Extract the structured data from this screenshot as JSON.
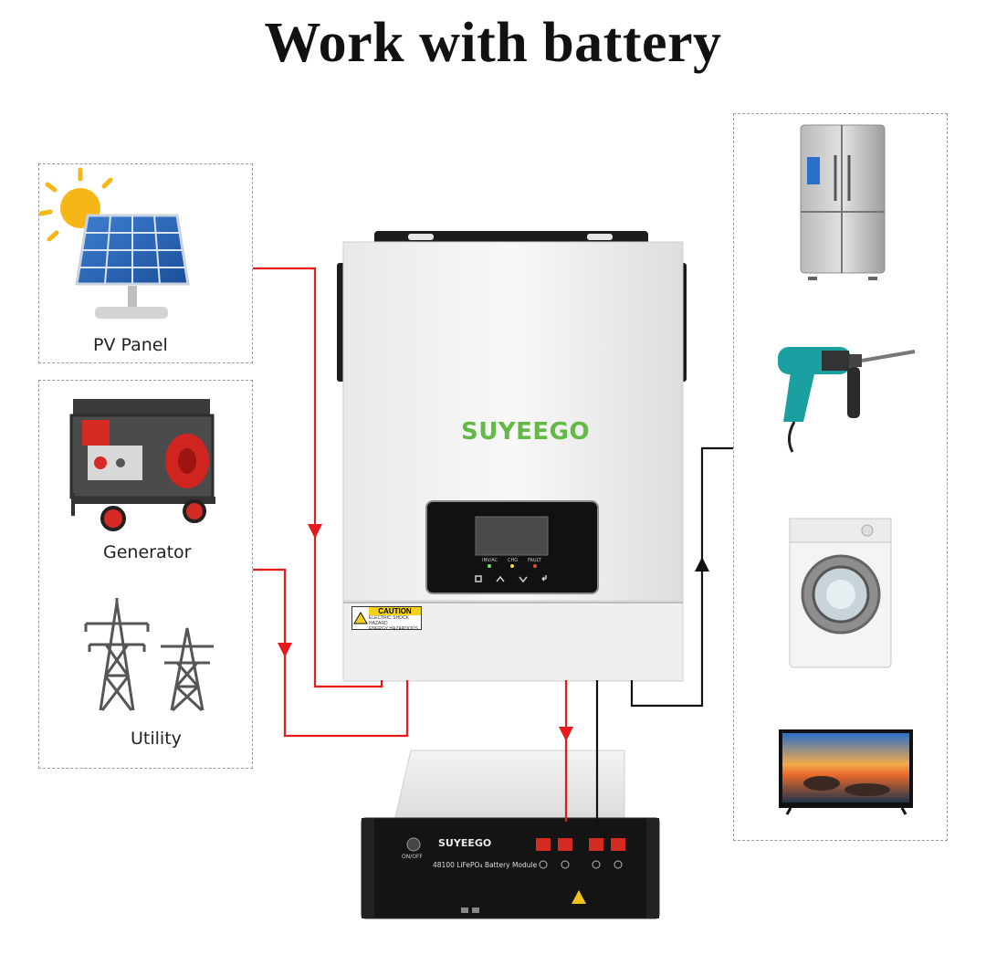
{
  "title": "Work with battery",
  "sources": {
    "pv_label": "PV Panel",
    "generator_label": "Generator",
    "utility_label": "Utility"
  },
  "inverter": {
    "brand": "SUYEEGO",
    "caution_title": "CAUTION",
    "caution_text_1": "ELECTRIC SHOCK HAZARD",
    "caution_text_2": "ENERGY HAZARDOUS",
    "indicator_1": "INV/AC",
    "indicator_2": "CHG",
    "indicator_3": "FAULT"
  },
  "battery": {
    "brand": "SUYEEGO",
    "model": "48100 LiFePO₄ Battery Module",
    "onoff": "ON/OFF"
  },
  "loads": [
    "refrigerator-icon",
    "drill-icon",
    "washing-machine-icon",
    "tv-icon"
  ],
  "colors": {
    "ac_line": "#e8191b",
    "dc_line": "#111111",
    "brand_green": "#62b946"
  }
}
